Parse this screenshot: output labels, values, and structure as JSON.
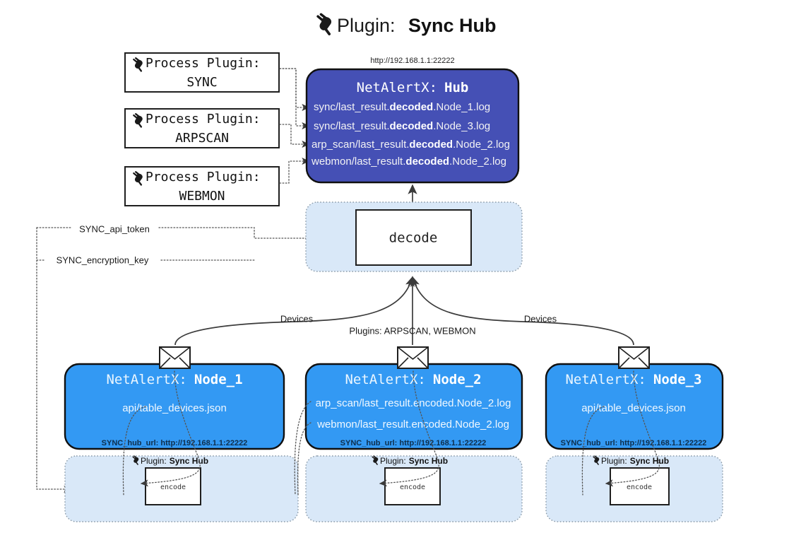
{
  "title": {
    "icon": "plug-icon",
    "prefix": "Plugin:",
    "name": "Sync Hub"
  },
  "hub": {
    "url": "http://192.168.1.1:22222",
    "header_prefix": "NetAlertX:",
    "header_name": "Hub",
    "fill": "#4550B5",
    "logs": [
      {
        "pre": "sync/last_result.",
        "bold": "decoded",
        "post": ".Node_1.log"
      },
      {
        "pre": "sync/last_result.",
        "bold": "decoded",
        "post": ".Node_3.log"
      },
      {
        "pre": "arp_scan/last_result.",
        "bold": "decoded",
        "post": ".Node_2.log"
      },
      {
        "pre": "webmon/last_result.",
        "bold": "decoded",
        "post": ".Node_2.log"
      }
    ]
  },
  "process_plugins": [
    {
      "label": "Process Plugin:",
      "name": "SYNC"
    },
    {
      "label": "Process Plugin:",
      "name": "ARPSCAN"
    },
    {
      "label": "Process Plugin:",
      "name": "WEBMON"
    }
  ],
  "secrets": [
    {
      "label": "SYNC_api_token"
    },
    {
      "label": "SYNC_encryption_key"
    }
  ],
  "decode": {
    "label": "decode",
    "container_fill": "#D9E8F8"
  },
  "edges": {
    "devices_left": "Devices",
    "devices_right": "Devices",
    "plugins_mid": "Plugins: ARPSCAN, WEBMON"
  },
  "nodes": [
    {
      "header_prefix": "NetAlertX:",
      "header_name": "Node_1",
      "lines": [
        "api/table_devices.json"
      ],
      "hub_url_label": "SYNC_hub_url: http://192.168.1.1:22222",
      "fill": "#3399F3",
      "envelope_icon": "envelope-icon"
    },
    {
      "header_prefix": "NetAlertX:",
      "header_name": "Node_2",
      "lines": [
        "arp_scan/last_result.encoded.Node_2.log",
        "webmon/last_result.encoded.Node_2.log"
      ],
      "hub_url_label": "SYNC_hub_url: http://192.168.1.1:22222",
      "fill": "#3399F3",
      "envelope_icon": "envelope-icon"
    },
    {
      "header_prefix": "NetAlertX:",
      "header_name": "Node_3",
      "lines": [
        "api/table_devices.json"
      ],
      "hub_url_label": "SYNC_hub_url: http://192.168.1.1:22222",
      "fill": "#3399F3",
      "envelope_icon": "envelope-icon"
    }
  ],
  "encoders": [
    {
      "plugin_prefix": "Plugin:",
      "plugin_name": "Sync Hub",
      "label": "encode"
    },
    {
      "plugin_prefix": "Plugin:",
      "plugin_name": "Sync Hub",
      "label": "encode"
    },
    {
      "plugin_prefix": "Plugin:",
      "plugin_name": "Sync Hub",
      "label": "encode"
    }
  ]
}
